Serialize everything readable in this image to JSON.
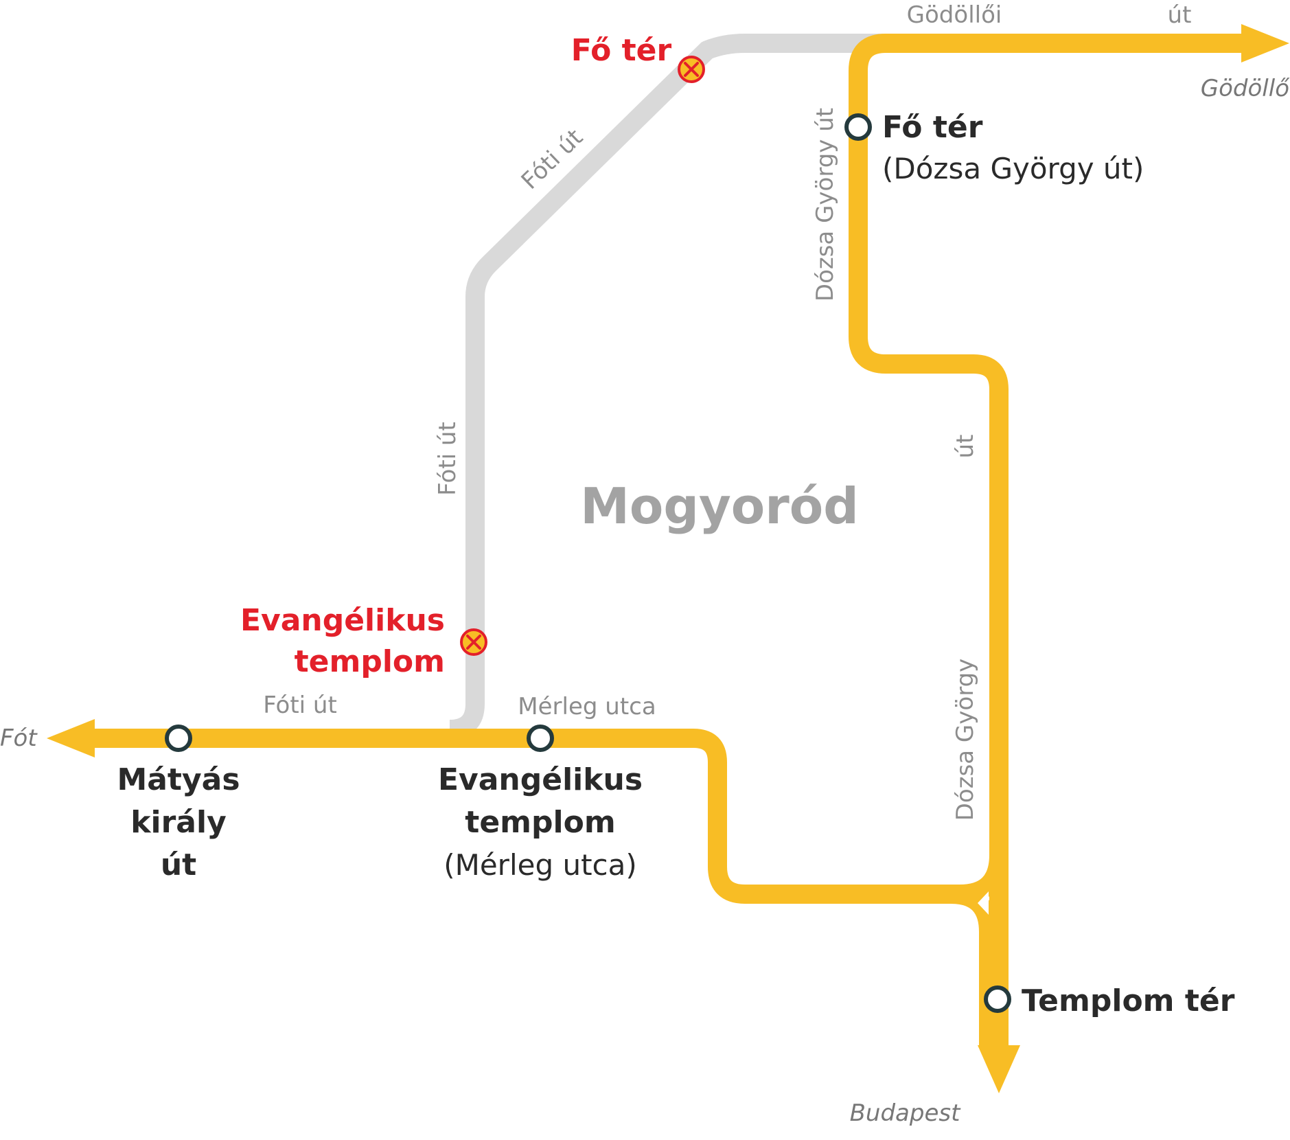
{
  "map": {
    "town": "Mogyoród",
    "colors": {
      "route": "#f8bd25",
      "old_route": "#d9d9d9",
      "closed_stop": "#e3202a",
      "stop_ring": "#243a3d"
    },
    "destinations": {
      "godollo": "Gödöllő",
      "fot": "Fót",
      "budapest": "Budapest"
    },
    "streets": {
      "godolloi": "Gödöllői",
      "godolloi_ut": "út",
      "foti_diag": "Fóti út",
      "foti_vert": "Fóti út",
      "foti_horiz": "Fóti út",
      "merleg": "Mérleg utca",
      "dozsa_upper": "Dózsa György út",
      "dozsa_right_ut": "út",
      "dozsa_lower": "Dózsa György"
    },
    "stops": {
      "fo_ter": {
        "name": "Fő tér",
        "sub": "(Dózsa György út)"
      },
      "matyas": {
        "line1": "Mátyás",
        "line2": "király",
        "line3": "út"
      },
      "evangelikus": {
        "line1": "Evangélikus",
        "line2": "templom",
        "sub": "(Mérleg utca)"
      },
      "templom_ter": {
        "name": "Templom tér"
      }
    },
    "closed_stops": {
      "fo_ter": "Fő tér",
      "evangelikus_line1": "Evangélikus",
      "evangelikus_line2": "templom"
    }
  }
}
